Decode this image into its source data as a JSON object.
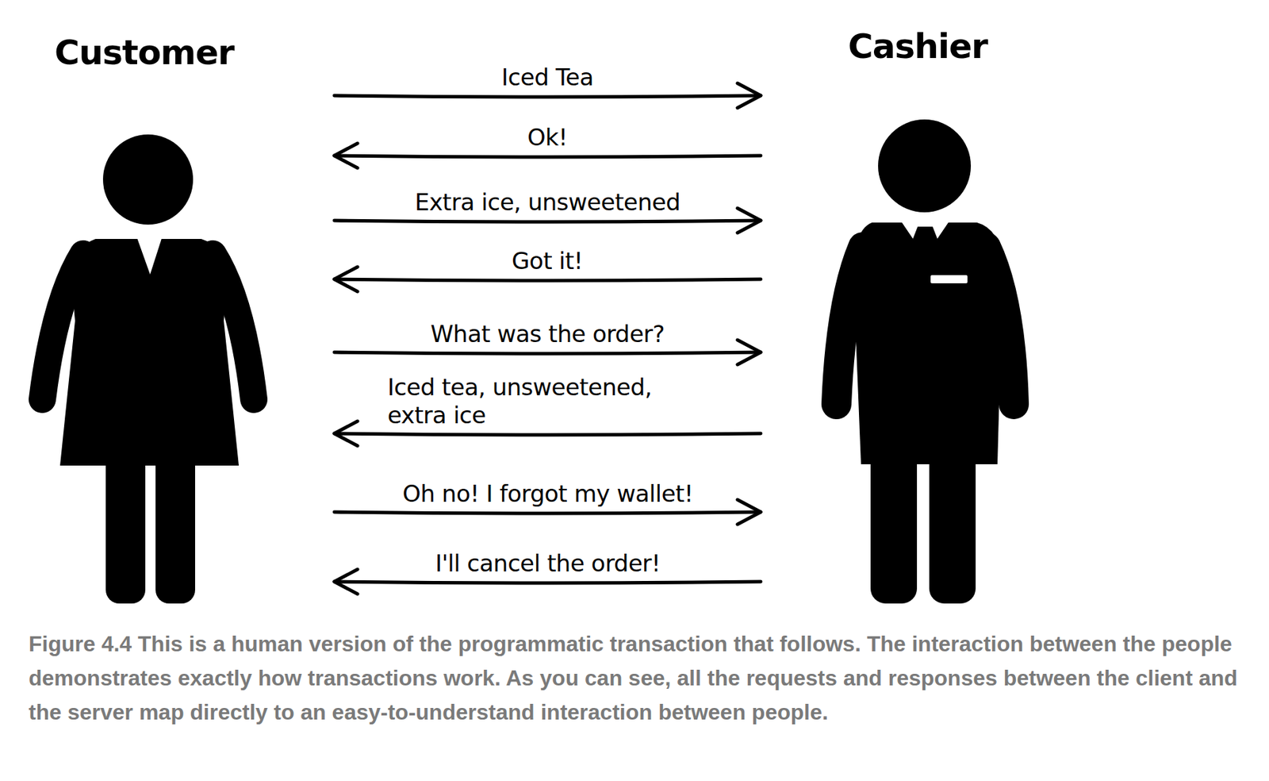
{
  "diagram": {
    "caption": "Figure 4.4 This is a human version of the programmatic transaction that follows. The interaction between the people demonstrates exactly how transactions work. As you can see, all the requests and responses between the client and the server map directly to an easy-to-understand interaction between people.",
    "nodes": [
      {
        "text": [
          "Customer"
        ]
      },
      {
        "text": [
          "Cashier"
        ]
      }
    ],
    "edges": [
      {
        "from": 0,
        "to": 1,
        "label": "Iced Tea",
        "arrow": "to"
      },
      {
        "from": 1,
        "to": 0,
        "label": "Ok!",
        "arrow": "to"
      },
      {
        "from": 0,
        "to": 1,
        "label": "Extra ice, unsweetened",
        "arrow": "to"
      },
      {
        "from": 1,
        "to": 0,
        "label": "Got it!",
        "arrow": "to"
      },
      {
        "from": 0,
        "to": 1,
        "label": "What was the order?",
        "arrow": "to"
      },
      {
        "from": 1,
        "to": 0,
        "label": "Iced tea, unsweetened, extra ice",
        "arrow": "to"
      },
      {
        "from": 0,
        "to": 1,
        "label": "Oh no! I forgot my wallet!",
        "arrow": "to"
      },
      {
        "from": 1,
        "to": 0,
        "label": "I'll cancel the order!",
        "arrow": "to"
      }
    ]
  }
}
